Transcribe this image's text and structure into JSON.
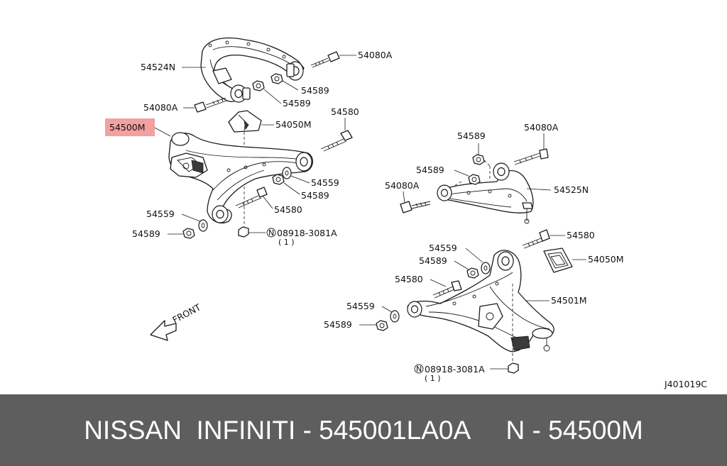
{
  "diagram": {
    "labels": {
      "upper_arm_left": "54524N",
      "bolt_top": "54080A",
      "nut_top": "54589",
      "nut_mid": "54589",
      "bolt_left": "54080A",
      "main_part": "54500M",
      "stopper_left": "54050M",
      "bolt_tr": "54580",
      "washer_l1": "54559",
      "nut_l1": "54589",
      "bolt_l1": "54580",
      "washer_l2": "54559",
      "nut_l2": "54589",
      "nut_ref_l": "08918-3081A",
      "nut_ref_l_qty": "( 1 )",
      "r_nut1": "54589",
      "r_bolt1": "54080A",
      "r_nut2": "54589",
      "r_bolt2": "54080A",
      "upper_arm_right": "54525N",
      "r_bolt3": "54580",
      "r_washer1": "54559",
      "r_nut3": "54589",
      "stopper_right": "54050M",
      "r_bolt4": "54580",
      "lower_arm_right": "54501M",
      "r_washer2": "54559",
      "r_nut4": "54589",
      "nut_ref_r": "08918-3081A",
      "nut_ref_r_qty": "( 1 )",
      "front": "FRONT",
      "drawing_id": "J401019C"
    },
    "colors": {
      "highlight": "#f4a0a0",
      "footer_bg": "#5e5e5e",
      "footer_text": "#ffffff"
    }
  },
  "footer": {
    "text": "NISSAN  INFINITI - 545001LA0A     N - 54500M"
  }
}
